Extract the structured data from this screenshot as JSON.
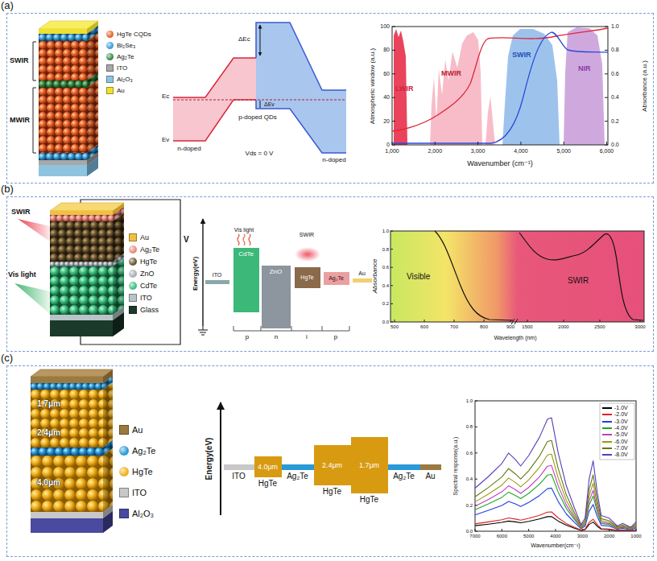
{
  "diagram": {
    "nodes": [
      {
        "text": [
          "(a)"
        ]
      },
      {
        "text": [
          "(b)"
        ]
      },
      {
        "text": [
          "(c)"
        ]
      },
      {
        "text": [
          "ITO"
        ],
        "in": 1
      },
      {
        "text": [
          "CdTe"
        ],
        "in": 1
      },
      {
        "text": [
          "ZnO"
        ],
        "in": 1
      },
      {
        "text": [
          "HgTe"
        ],
        "in": 1
      },
      {
        "text": [
          "Ag₂Te"
        ],
        "in": 1
      },
      {
        "text": [
          "Au"
        ],
        "in": 1
      },
      {
        "text": [
          "ITO"
        ],
        "in": 2
      },
      {
        "text": [
          "4.0μm",
          "HgTe"
        ],
        "in": 2
      },
      {
        "text": [
          "Ag₂Te"
        ],
        "in": 2
      },
      {
        "text": [
          "2.4μm",
          "HgTe"
        ],
        "in": 2
      },
      {
        "text": [
          "1.7μm",
          "HgTe"
        ],
        "in": 2
      },
      {
        "text": [
          "Ag₂Te"
        ],
        "in": 2
      },
      {
        "text": [
          "Au"
        ],
        "in": 2
      }
    ],
    "labels": [
      "SWIR",
      "MWIR",
      "ΔEc",
      "Ec",
      "Ev",
      "ΔEv",
      "p-doped QDs",
      "n-doped",
      "Vds = 0 V",
      "n-doped",
      "Atmospheric window (a.u.)",
      "Absorbance (a.u.)",
      "Wavenumber (cm⁻¹)",
      "1,000",
      "2,000",
      "3,000",
      "4,000",
      "5,000",
      "6,000",
      "0",
      "20",
      "40",
      "60",
      "80",
      "100",
      "0.0",
      "0.2",
      "0.4",
      "0.6",
      "0.8",
      "1.0",
      "LWIR",
      "MWIR",
      "SWIR",
      "NIR",
      "SWIR",
      "Vis light",
      "V",
      "Energy(eV)",
      "Vis light",
      "SWIR",
      "p",
      "n",
      "i",
      "p",
      "Absorbance",
      "Wavelength (nm)",
      "500",
      "600",
      "700",
      "800",
      "900",
      "1500",
      "2000",
      "2500",
      "3000",
      "0.0",
      "0.2",
      "0.4",
      "0.6",
      "0.8",
      "1.0",
      "Visible",
      "SWIR",
      "1.7μm",
      "2.4μm",
      "4.0μm",
      "Energy(eV)",
      "Spectral response(a.u.)",
      "Wavenumber(cm⁻¹)",
      "7000",
      "6000",
      "5000",
      "4000",
      "3000",
      "2000",
      "1000",
      "0.0",
      "0.2",
      "0.4",
      "0.6",
      "0.8",
      "1.0"
    ],
    "legend": [
      {
        "text": "HgTe CQDs",
        "color": "#e8642a"
      },
      {
        "text": "Bi₂Se₃",
        "color": "#3a9fd8"
      },
      {
        "text": "Ag₂Te",
        "color": "#3a8a4a"
      },
      {
        "text": "ITO",
        "color": "#a8a8a8"
      },
      {
        "text": "Al₂O₃",
        "color": "#8fc4e0"
      },
      {
        "text": "Au",
        "color": "#f0e030"
      },
      {
        "text": "Au",
        "color": "#f0c040"
      },
      {
        "text": "Ag₂Te",
        "color": "#e88a80"
      },
      {
        "text": "HgTe",
        "color": "#6b5530"
      },
      {
        "text": "ZnO",
        "color": "#a8b0b8"
      },
      {
        "text": "CdTe",
        "color": "#3cc080"
      },
      {
        "text": "ITO",
        "color": "#b8c4c8"
      },
      {
        "text": "Glass",
        "color": "#1c3a2c"
      },
      {
        "text": "Au",
        "color": "#9a7a40"
      },
      {
        "text": "Ag₂Te",
        "color": "#2a9ad8"
      },
      {
        "text": "HgTe",
        "color": "#f0b020"
      },
      {
        "text": "ITO",
        "color": "#c8c8c8"
      },
      {
        "text": "Al₂O₃",
        "color": "#4a4aa0"
      },
      {
        "text": "-1.0V"
      },
      {
        "text": "-2.0V"
      },
      {
        "text": "-3.0V"
      },
      {
        "text": "-4.0V"
      },
      {
        "text": "-5.0V"
      },
      {
        "text": "-6.0V"
      },
      {
        "text": "-7.0V"
      },
      {
        "text": "-8.0V"
      }
    ]
  }
}
